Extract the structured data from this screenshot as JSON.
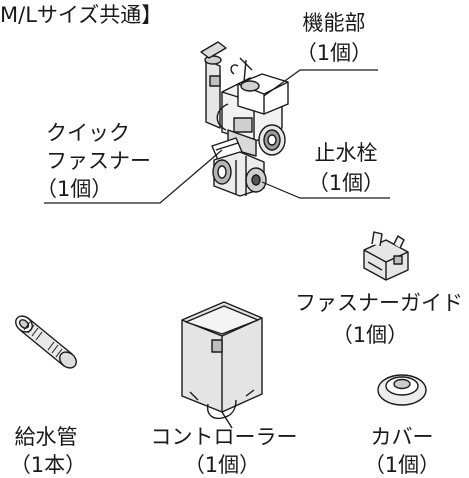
{
  "header": "M/Lサイズ共通】",
  "parts": {
    "function_unit": {
      "name": "機能部",
      "qty": "（1個）"
    },
    "quick_fastener": {
      "name_line1": "クイック",
      "name_line2": "ファスナー",
      "qty": "（1個）"
    },
    "stop_valve": {
      "name": "止水栓",
      "qty": "（1個）"
    },
    "fastener_guide": {
      "name": "ファスナーガイド",
      "qty": "（1個）"
    },
    "supply_pipe": {
      "name": "給水管",
      "qty": "（1本）"
    },
    "controller": {
      "name": "コントローラー",
      "qty": "（1個）"
    },
    "cover": {
      "name": "カバー",
      "qty": "（1個）"
    }
  }
}
